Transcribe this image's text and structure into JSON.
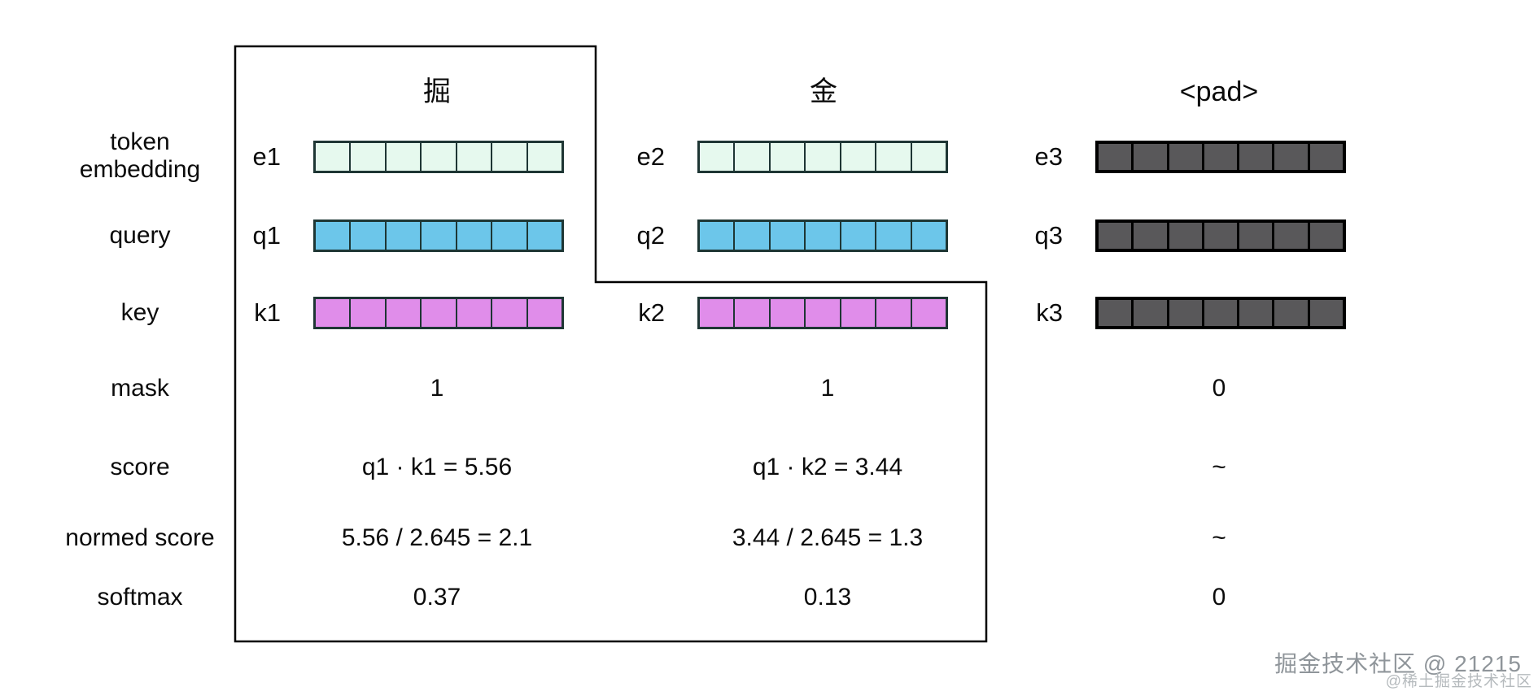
{
  "row_labels": {
    "token_embedding_line1": "token",
    "token_embedding_line2": "embedding",
    "query": "query",
    "key": "key",
    "mask": "mask",
    "score": "score",
    "normed_score": "normed score",
    "softmax": "softmax"
  },
  "columns": [
    {
      "title": "掘",
      "embedding_label": "e1",
      "query_label": "q1",
      "key_label": "k1",
      "mask": "1",
      "score": "q1 · k1 = 5.56",
      "normed_score": "5.56 / 2.645 = 2.1",
      "softmax": "0.37",
      "state": "active"
    },
    {
      "title": "金",
      "embedding_label": "e2",
      "query_label": "q2",
      "key_label": "k2",
      "mask": "1",
      "score": "q1 · k2 = 3.44",
      "normed_score": "3.44 / 2.645 = 1.3",
      "softmax": "0.13",
      "state": "active"
    },
    {
      "title": "<pad>",
      "embedding_label": "e3",
      "query_label": "q3",
      "key_label": "k3",
      "mask": "0",
      "score": "~",
      "normed_score": "~",
      "softmax": "0",
      "state": "padded"
    }
  ],
  "vector": {
    "cells_per_vector": 7
  },
  "colors": {
    "embedding_fill": "#e6f9ee",
    "query_fill": "#6cc6ea",
    "key_fill": "#e08dea",
    "pad_fill": "#59585a",
    "cell_border": "#1e3634",
    "pad_cell_border": "#000000",
    "outline_color": "#000000",
    "watermark_color": "#8f959a",
    "watermark_color_secondary": "#b5babd"
  },
  "watermark": {
    "line1": "掘金技术社区 @ 21215",
    "line2": "@稀土掘金技术社区"
  }
}
